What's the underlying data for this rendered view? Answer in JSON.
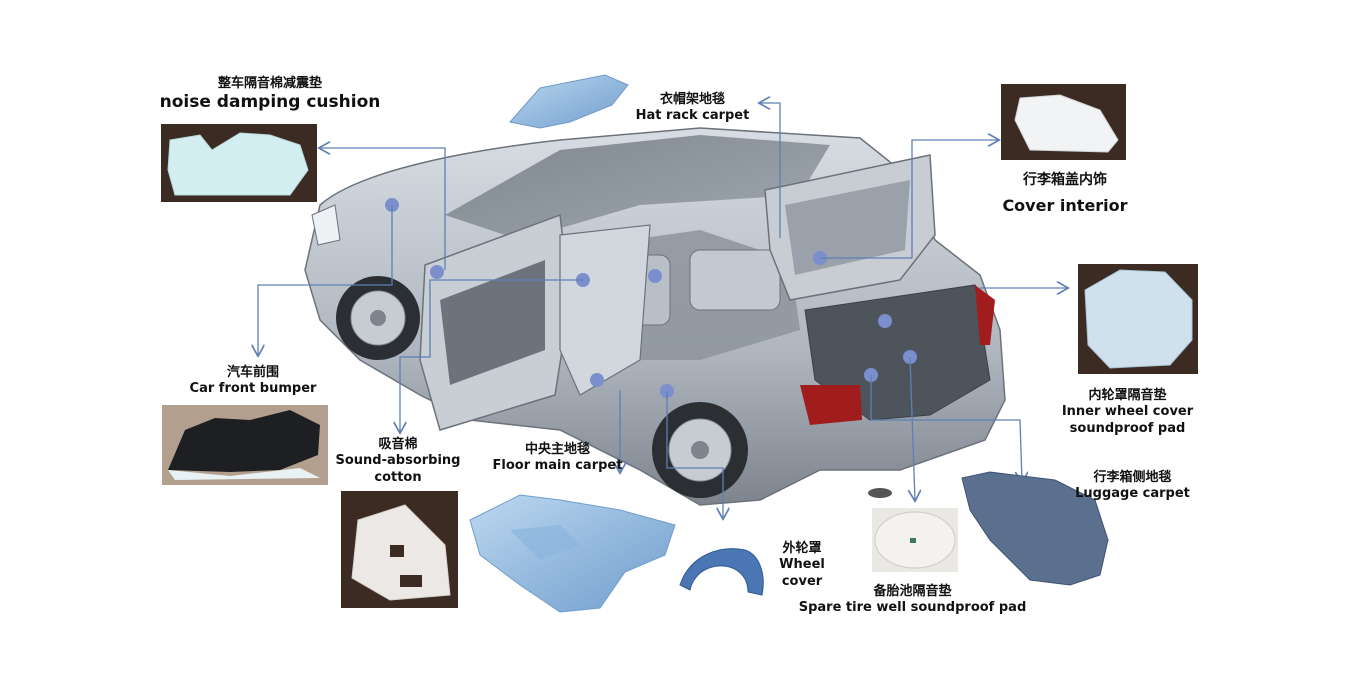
{
  "colors": {
    "callout_line": "#5f7fb5",
    "hotspot": "#7b8fcc",
    "car_body": "#b9bfc7",
    "part_blue": "#9cc3e6",
    "photo_dark": "#3a2a22"
  },
  "parts": [
    {
      "zh": "整车隔音棉减震垫",
      "en": "noise damping cushion"
    },
    {
      "zh": "衣帽架地毯",
      "en": "Hat rack carpet"
    },
    {
      "zh": "行李箱盖内饰",
      "en": "Cover interior"
    },
    {
      "zh": "内轮罩隔音垫",
      "en": "Inner wheel cover soundproof pad"
    },
    {
      "zh": "行李箱侧地毯",
      "en": "Luggage carpet"
    },
    {
      "zh": "备胎池隔音垫",
      "en": "Spare tire well soundproof pad"
    },
    {
      "zh": "外轮罩",
      "en": "Wheel cover"
    },
    {
      "zh": "中央主地毯",
      "en": "Floor main carpet"
    },
    {
      "zh": "吸音棉",
      "en": "Sound-absorbing cotton"
    },
    {
      "zh": "汽车前围",
      "en": "Car front bumper"
    }
  ]
}
